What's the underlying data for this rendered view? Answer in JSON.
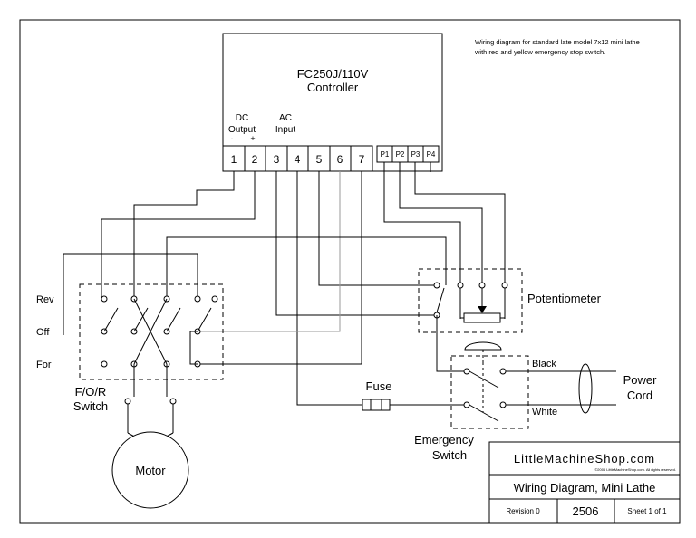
{
  "note": {
    "line1": "Wiring diagram for standard late model 7x12 mini lathe",
    "line2": "with red and yellow emergency stop switch."
  },
  "controller": {
    "line1": "FC250J/110V",
    "line2": "Controller",
    "dc_label_1": "DC",
    "dc_label_2": "Output",
    "dc_minus": "-",
    "dc_plus": "+",
    "ac_label_1": "AC",
    "ac_label_2": "Input",
    "terminals": [
      "1",
      "2",
      "3",
      "4",
      "5",
      "6",
      "7"
    ],
    "pot_terminals": [
      "P1",
      "P2",
      "P3",
      "P4"
    ]
  },
  "switch": {
    "rev": "Rev",
    "off": "Off",
    "for": "For",
    "name_1": "F/O/R",
    "name_2": "Switch"
  },
  "motor": {
    "label": "Motor"
  },
  "potentiometer": {
    "label": "Potentiometer"
  },
  "fuse": {
    "label": "Fuse"
  },
  "emergency": {
    "name_1": "Emergency",
    "name_2": "Switch"
  },
  "power": {
    "black": "Black",
    "white": "White",
    "name_1": "Power",
    "name_2": "Cord"
  },
  "title_block": {
    "company": "LittleMachineShop.com",
    "copyright": "©2006 LittleMachineShop.com. All rights reserved.",
    "title": "Wiring Diagram, Mini Lathe",
    "revision": "Revision 0",
    "number": "2506",
    "sheet": "Sheet 1 of 1"
  }
}
